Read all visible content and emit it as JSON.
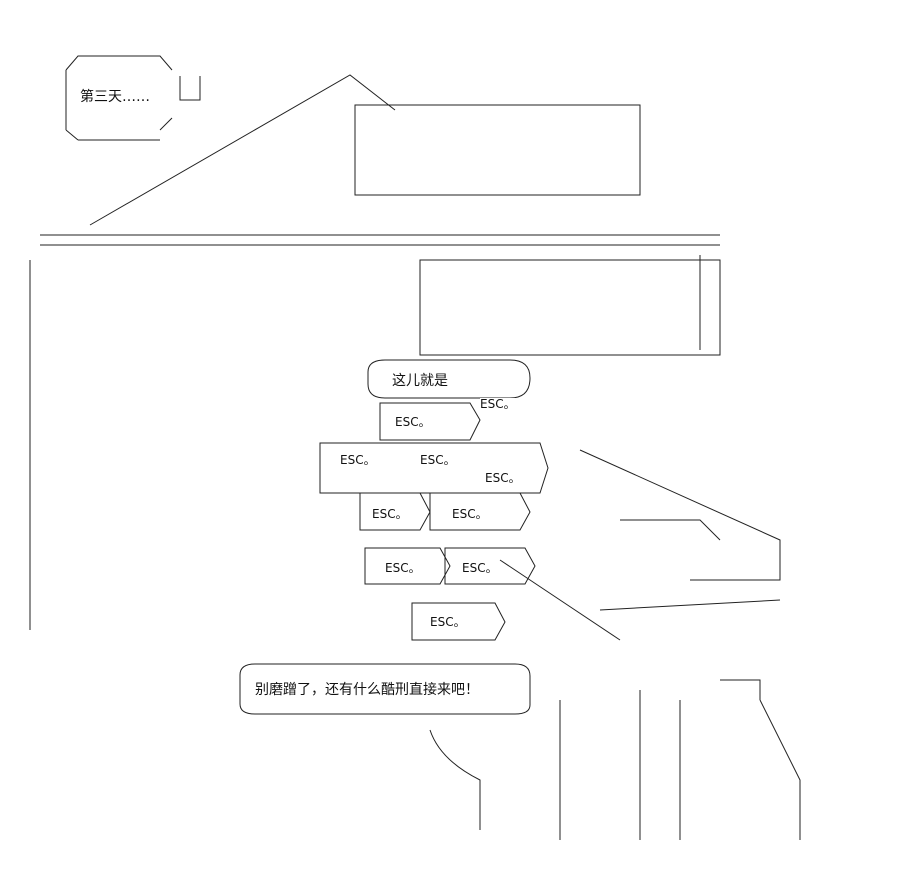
{
  "caption_box": "第三天……",
  "speech_esc_intro": "这儿就是",
  "esc_label": "ESC。",
  "speech_bottom": "别磨蹭了，还有什么酷刑直接来吧！"
}
